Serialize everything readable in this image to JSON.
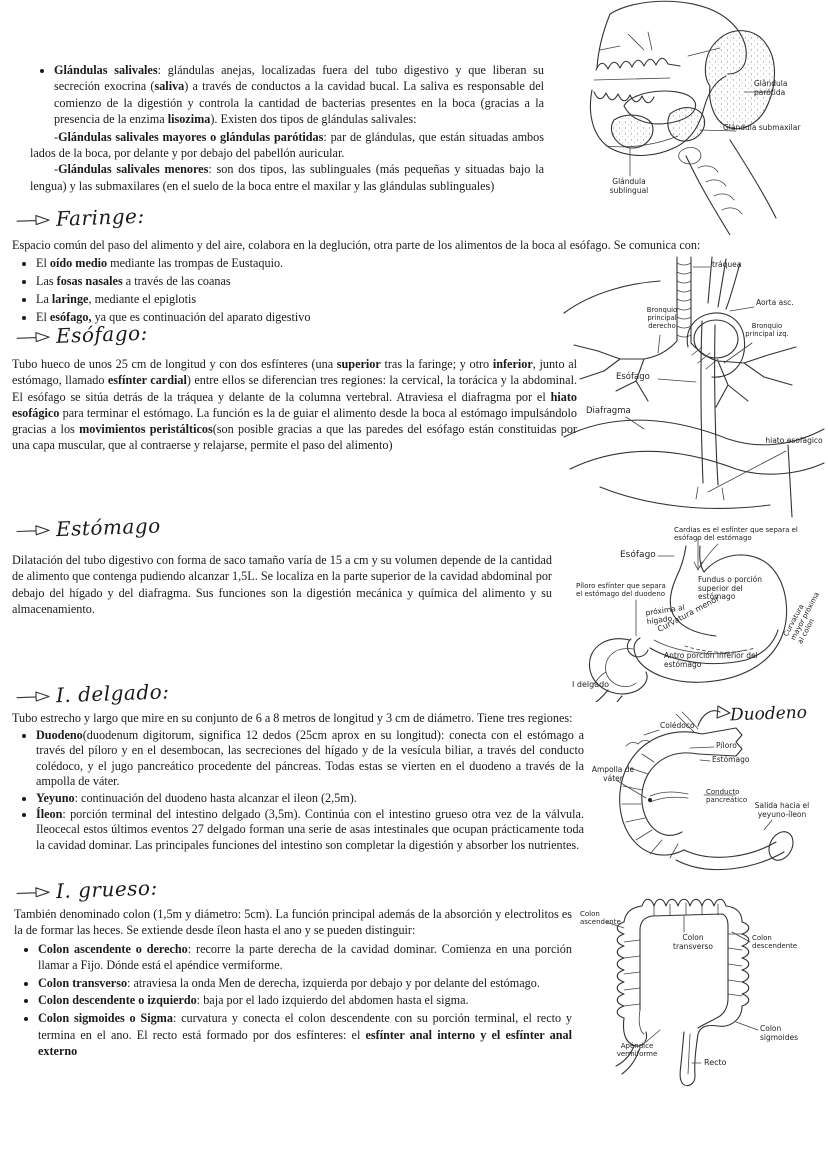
{
  "headings": {
    "faringe": "Faringe:",
    "esofago": "Esófago:",
    "estomago": "Estómago",
    "delgado": "I. delgado:",
    "grueso": "I. grueso:"
  },
  "salivales": {
    "main": [
      {
        "t": "Glándulas salivales",
        "b": true
      },
      {
        "t": ": glándulas anejas, localizadas fuera del tubo digestivo y que liberan su secreción exocrina ("
      },
      {
        "t": "saliva",
        "b": true
      },
      {
        "t": ") a través de conductos a la cavidad bucal. La saliva es responsable del comienzo de la digestión y controla la cantidad de bacterias presentes en la boca (gracias a la presencia de la enzima "
      },
      {
        "t": "lisozima",
        "b": true
      },
      {
        "t": "). Existen dos tipos de glándulas salivales:"
      }
    ],
    "mayores": [
      {
        "t": "-"
      },
      {
        "t": "Glándulas salivales mayores o glándulas parótidas",
        "b": true
      },
      {
        "t": ": par de glándulas, que están situadas ambos lados de la boca, por delante y por debajo del pabellón auricular."
      }
    ],
    "menores": [
      {
        "t": "-"
      },
      {
        "t": "Glándulas salivales menores",
        "b": true
      },
      {
        "t": ": son dos tipos, las sublinguales (más pequeñas y situadas bajo la lengua) y las submaxilares (en el suelo de la boca entre el maxilar y las glándulas sublinguales)"
      }
    ]
  },
  "faringe": {
    "intro": "Espacio común del paso del alimento y del aire, colabora en la deglución, otra parte de los alimentos de la boca al esófago. Se comunica con:",
    "bullets": [
      [
        {
          "t": "El "
        },
        {
          "t": "oído medio",
          "b": true
        },
        {
          "t": " mediante las trompas de Eustaquio."
        }
      ],
      [
        {
          "t": "Las "
        },
        {
          "t": "fosas nasales",
          "b": true
        },
        {
          "t": " a través de las coanas"
        }
      ],
      [
        {
          "t": "La "
        },
        {
          "t": "laringe",
          "b": true
        },
        {
          "t": ", mediante el epiglotis"
        }
      ],
      [
        {
          "t": "El "
        },
        {
          "t": "esófago,",
          "b": true
        },
        {
          "t": " ya que es continuación del aparato digestivo"
        }
      ]
    ]
  },
  "esofago": {
    "body": [
      {
        "t": "Tubo hueco de unos 25 cm de longitud y con dos esfínteres (una "
      },
      {
        "t": "superior",
        "b": true
      },
      {
        "t": " tras la faringe; y otro "
      },
      {
        "t": "inferior",
        "b": true
      },
      {
        "t": ", junto al estómago, llamado "
      },
      {
        "t": "esfínter cardial",
        "b": true
      },
      {
        "t": ") entre ellos se diferencian tres regiones: la cervical, la torácica y la abdominal. El esófago se sitúa detrás de la tráquea y delante de la columna vertebral. Atraviesa el diafragma por el "
      },
      {
        "t": "hiato esofágico",
        "b": true
      },
      {
        "t": " para terminar el estómago. La función es la de guiar el alimento desde la boca al estómago impulsándolo gracias a los "
      },
      {
        "t": "movimientos peristálticos",
        "b": true
      },
      {
        "t": "(son posible gracias a que las paredes del esófago están constituidas por una capa muscular, que al contraerse y relajarse, permite el paso del alimento)"
      }
    ]
  },
  "estomago": {
    "body": "Dilatación del tubo digestivo con forma de saco tamaño varía de 15 a cm y su volumen depende de la cantidad de alimento que contenga pudiendo alcanzar 1,5L. Se localiza en la parte superior de la cavidad abdominal por debajo del hígado y del diafragma. Sus funciones son la digestión mecánica y química del alimento y su almacenamiento."
  },
  "delgado": {
    "intro": "Tubo estrecho y largo que mire en su conjunto de 6 a 8 metros de longitud y 3 cm de diámetro. Tiene tres regiones:",
    "bullets": [
      [
        {
          "t": "Duodeno",
          "b": true
        },
        {
          "t": "(duodenum digitorum, significa 12 dedos (25cm aprox en su longitud): conecta con el estómago a través del píloro y en el desembocan, las secreciones del hígado y de la vesícula biliar, a través del conducto colédoco, y el jugo pancreático procedente del páncreas. Todas estas se vierten en el duodeno a través de la ampolla de váter."
        }
      ],
      [
        {
          "t": "Yeyuno",
          "b": true
        },
        {
          "t": ": continuación del duodeno hasta alcanzar el ileon (2,5m)."
        }
      ],
      [
        {
          "t": "Íleon",
          "b": true
        },
        {
          "t": ": porción terminal del intestino delgado (3,5m). Continúa con el intestino grueso otra vez de la válvula. Ileocecal estos últimos eventos 27 delgado forman una serie de asas intestinales que ocupan prácticamente toda la cavidad dominar. Las principales funciones del intestino son completar la digestión y absorber los nutrientes."
        }
      ]
    ]
  },
  "grueso": {
    "intro": "También denominado colon (1,5m y diámetro: 5cm). La función principal además de la absorción y electrolitos es la de formar las heces. Se extiende desde íleon hasta el ano y se pueden distinguir:",
    "bullets": [
      [
        {
          "t": "Colon ascendente o derecho",
          "b": true
        },
        {
          "t": ": recorre la parte derecha de la cavidad dominar. Comienza en una porción llamar a Fijo. Dónde está el apéndice vermiforme."
        }
      ],
      [
        {
          "t": "Colon transverso",
          "b": true
        },
        {
          "t": ": atraviesa la onda Men de derecha, izquierda por debajo y por delante del estómago."
        }
      ],
      [
        {
          "t": "Colon descendente o izquierdo",
          "b": true
        },
        {
          "t": ": baja por el lado izquierdo del abdomen hasta el sigma."
        }
      ],
      [
        {
          "t": "Colon sigmoides o Sigma",
          "b": true
        },
        {
          "t": ": curvatura y conecta el colon descendente con su porción terminal, el recto y termina en el ano. El recto está formado por dos esfínteres: el "
        },
        {
          "t": "esfínter anal interno y el esfínter anal externo",
          "b": true
        }
      ]
    ]
  },
  "figures": {
    "salivales": {
      "parotida": "Glándula parótida",
      "submaxilar": "Glándula submaxilar",
      "sublingual": "Glándula sublingual"
    },
    "esofago": {
      "traquea": "tráquea",
      "aorta": "Aorta asc.",
      "bronquio_der": "Bronquio principal derecho",
      "bronquio_izq": "Bronquio principal izq.",
      "esofago": "Esófago",
      "diafragma": "Diafragma",
      "hiato": "hiato esofágico"
    },
    "estomago": {
      "cardias": "Cardias es el esfínter que separa el esófago del estómago",
      "esofago": "Esófago",
      "fundus": "Fundus o porción superior del estómago",
      "piloro": "Píloro esfínter que separa el estómago del duodeno",
      "proxima_higado": "próxima al hígado",
      "curv_menor": "Curvatura menor",
      "antro": "Antro porción inferior del estómago",
      "curv_mayor": "Curvatura mayor próxima al colon",
      "i_delgado": "I delgado"
    },
    "duodeno": {
      "titulo": "Duodeno",
      "coledoco": "Colédoco",
      "piloro": "Píloro",
      "estomago": "Estómago",
      "ampolla": "Ampolla de váter",
      "conducto": "Conducto pancreático",
      "salida": "Salida hacia el yeyuno-íleon"
    },
    "colon": {
      "ascendente": "Colon ascendente",
      "transverso": "Colon transverso",
      "descendente": "Colon descendente",
      "sigmoides": "Colon sigmoides",
      "apendice": "Apéndice vermiforme",
      "recto": "Recto"
    }
  }
}
